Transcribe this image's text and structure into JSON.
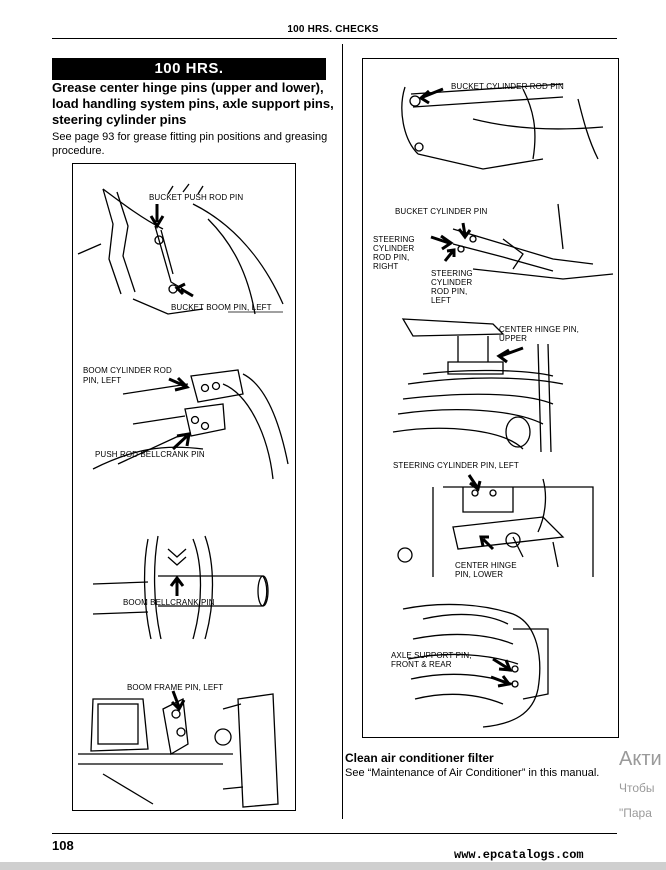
{
  "header": {
    "title": "100 HRS. CHECKS"
  },
  "section": {
    "banner": "100 HRS.",
    "heading": "Grease center hinge pins (upper and lower), load handling system pins, axle support pins, steering cylinder pins",
    "body": "See page 93 for grease fitting pin positions and greasing procedure."
  },
  "left_figures": {
    "fig1": {
      "label_top": "BUCKET PUSH ROD PIN",
      "label_bottom": "BUCKET BOOM PIN, LEFT"
    },
    "fig2": {
      "label_top_line1": "BOOM CYLINDER ROD",
      "label_top_line2": "PIN, LEFT",
      "label_bottom": "PUSH ROD BELLCRANK PIN"
    },
    "fig3": {
      "label": "BOOM BELLCRANK PIN"
    },
    "fig4": {
      "label": "BOOM FRAME PIN, LEFT"
    }
  },
  "right_figures": {
    "fig1": {
      "label": "BUCKET CYLINDER ROD PIN"
    },
    "fig2": {
      "label_top": "BUCKET CYLINDER PIN",
      "label_left": [
        "STEERING",
        "CYLINDER",
        "ROD PIN,",
        "RIGHT"
      ],
      "label_mid": [
        "STEERING",
        "CYLINDER",
        "ROD PIN,",
        "LEFT"
      ]
    },
    "fig3": {
      "label_line1": "CENTER HINGE PIN,",
      "label_line2": "UPPER"
    },
    "fig4": {
      "label_top": "STEERING CYLINDER PIN, LEFT",
      "label_bottom_line1": "CENTER HINGE",
      "label_bottom_line2": "PIN, LOWER"
    },
    "fig5": {
      "label_line1": "AXLE SUPPORT PIN,",
      "label_line2": "FRONT & REAR"
    }
  },
  "air_filter": {
    "heading": "Clean air conditioner filter",
    "body": "See “Maintenance of Air Conditioner” in this manual."
  },
  "footer": {
    "page_number": "108",
    "watermark": "www.epcatalogs.com"
  },
  "overlay": {
    "line1": "Акти",
    "line2": "Чтобы",
    "line3": "\"Пара"
  }
}
